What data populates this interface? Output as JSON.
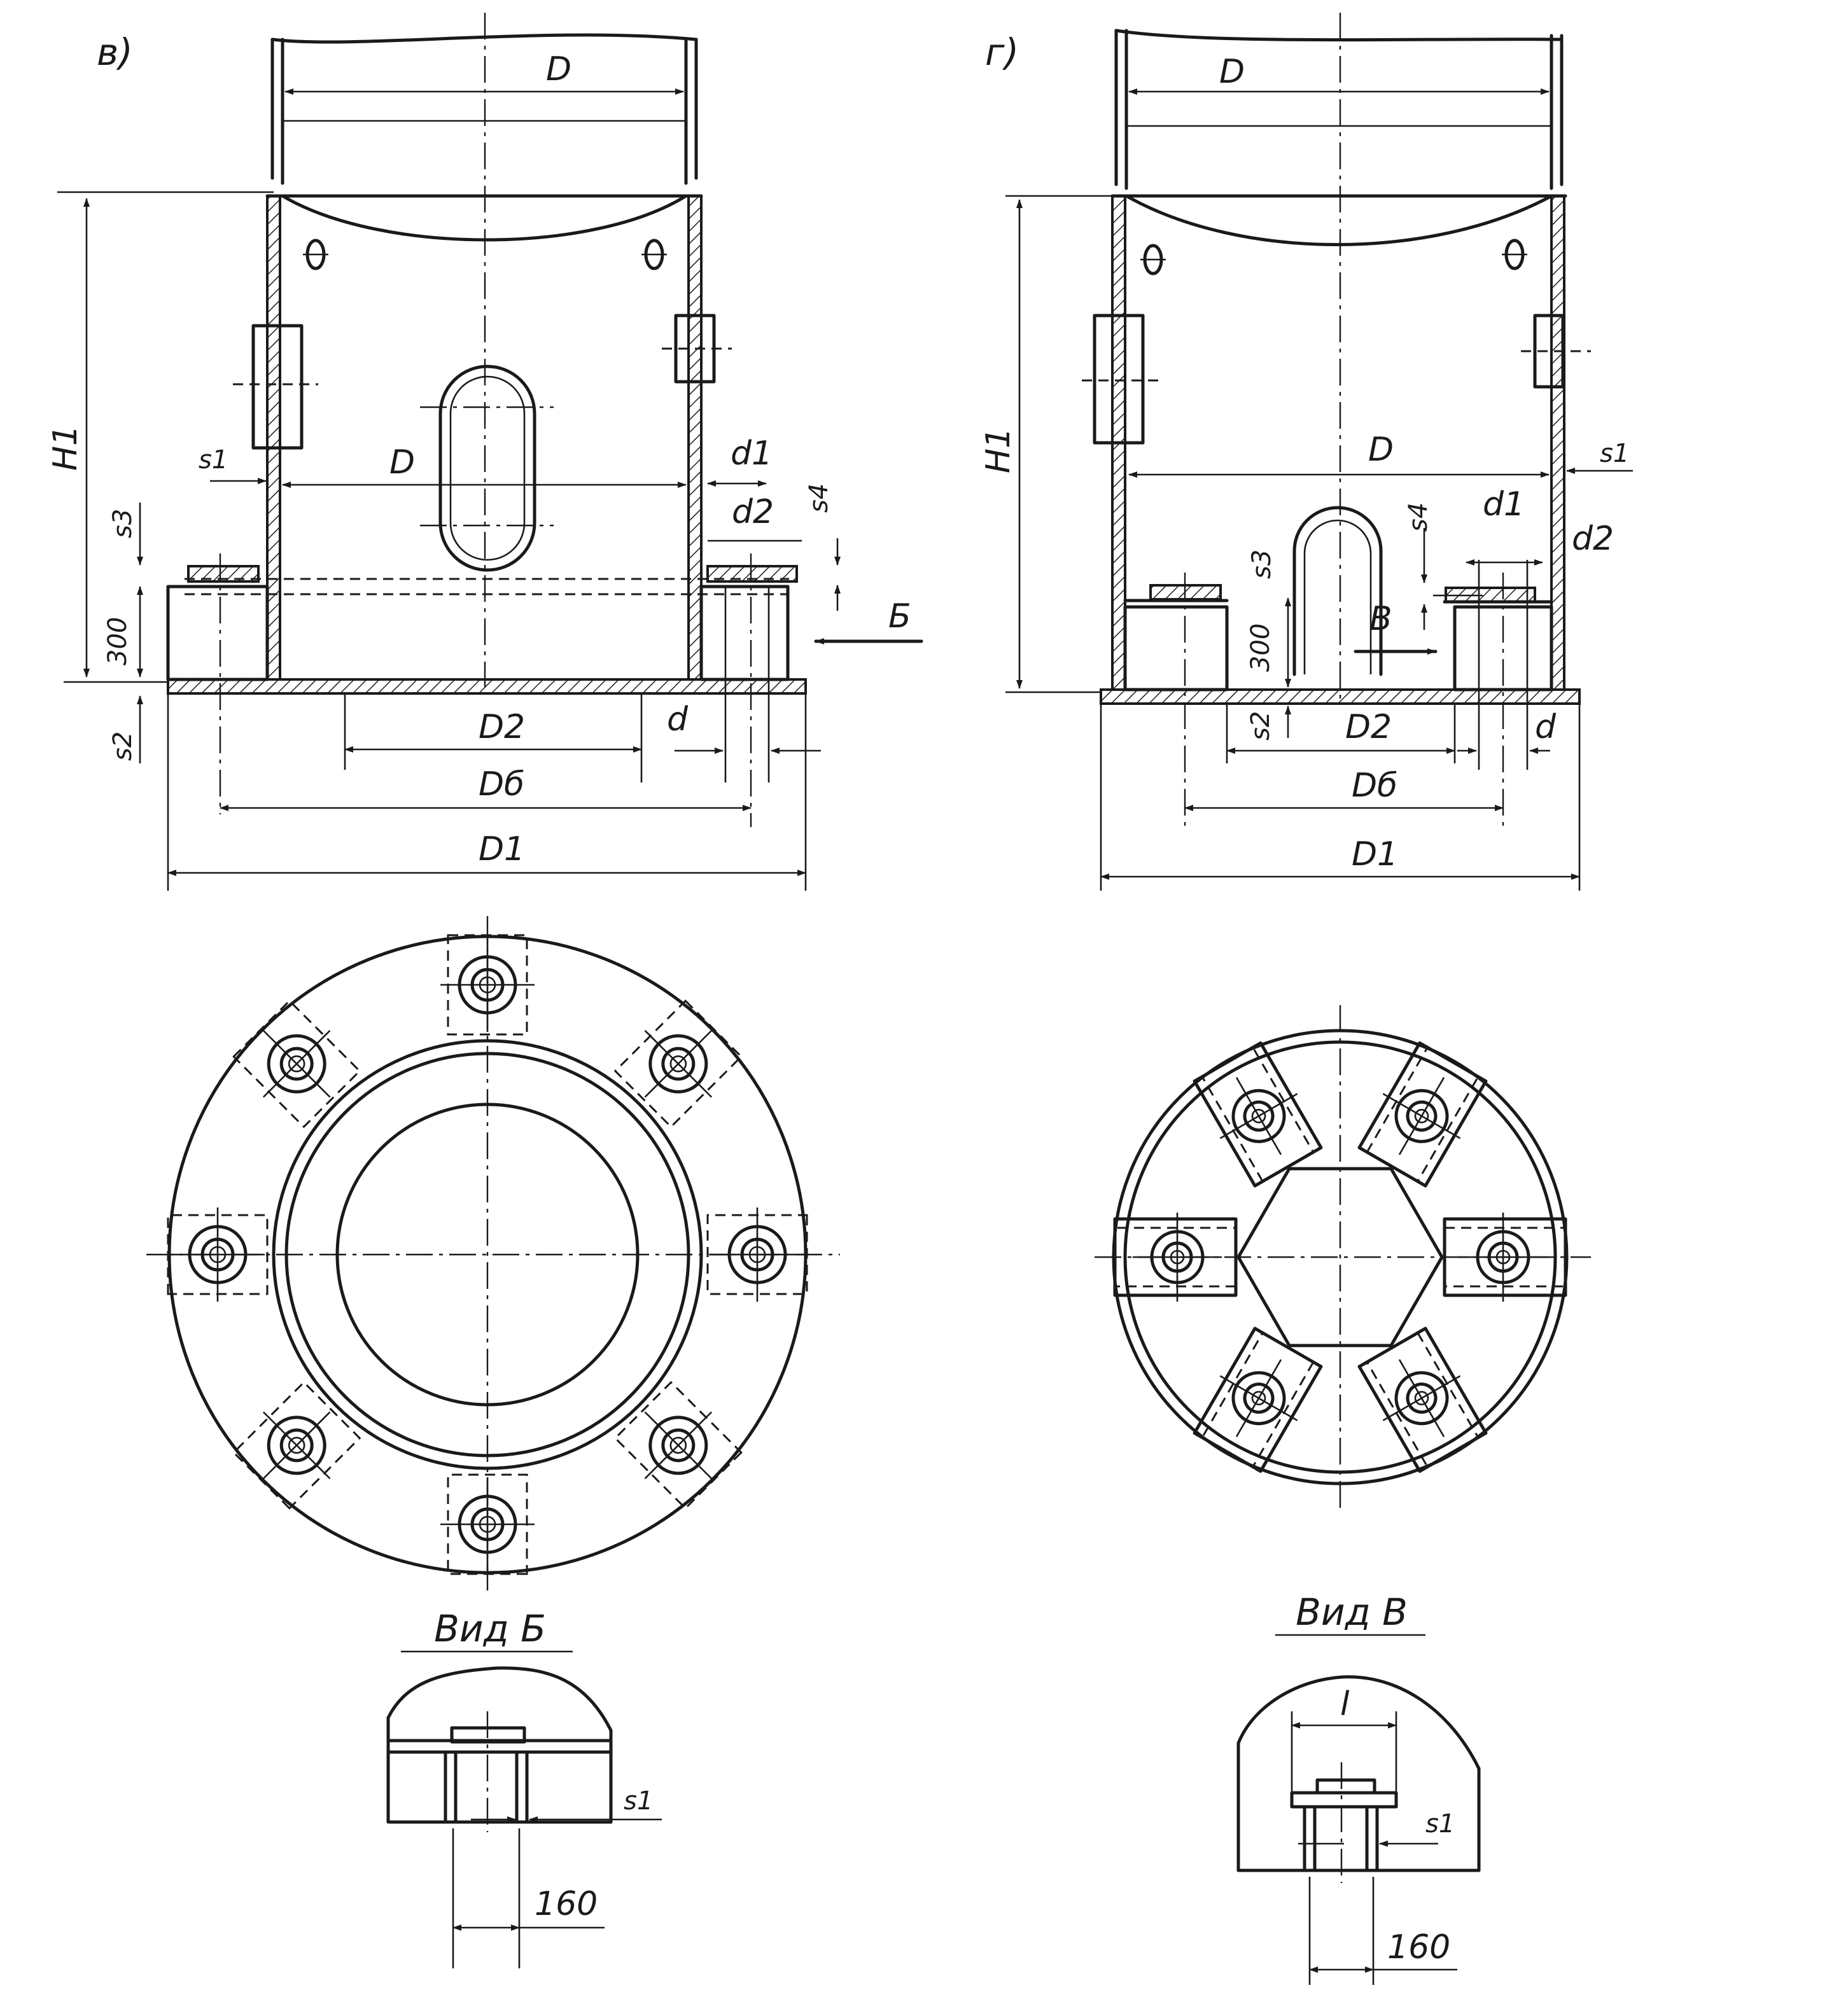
{
  "views": {
    "left_label": "в)",
    "right_label": "г)",
    "view_b_caption": "Вид Б",
    "view_v_caption": "Вид В"
  },
  "dimensions": {
    "D": "D",
    "H1": "H1",
    "s1": "s1",
    "s2": "s2",
    "s3": "s3",
    "s4": "s4",
    "d": "d",
    "d1": "d1",
    "d2": "d2",
    "D1": "D1",
    "D2": "D2",
    "Db": "Dб",
    "h300": "300",
    "w160": "160",
    "l": "l",
    "arrow_b": "Б",
    "arrow_v": "В"
  }
}
